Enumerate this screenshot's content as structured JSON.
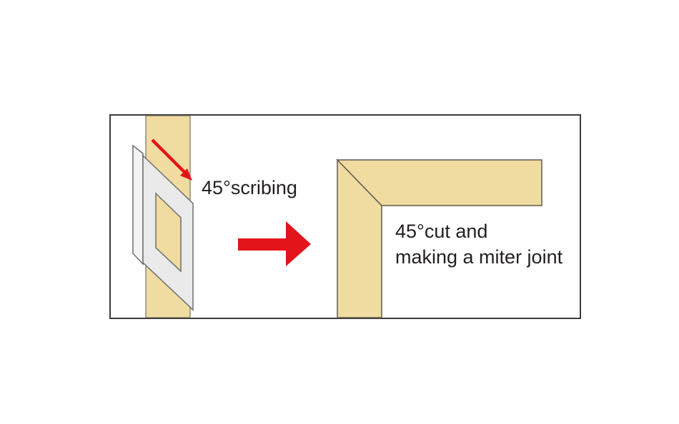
{
  "diagram": {
    "step1_label": "45°scribing",
    "step2_label_line1": "45°cut and",
    "step2_label_line2": "making a miter joint",
    "colors": {
      "wood": "#f0dca0",
      "wood_edge": "#5e5a50",
      "border": "#3c3c3c",
      "tool": "#eaeaea",
      "tool_edge": "#6e6e6e",
      "arrow": "#e3141b"
    },
    "icons": {
      "scribe_arrow": "arrow-down-right-icon",
      "step_arrow": "arrow-right-icon"
    }
  }
}
